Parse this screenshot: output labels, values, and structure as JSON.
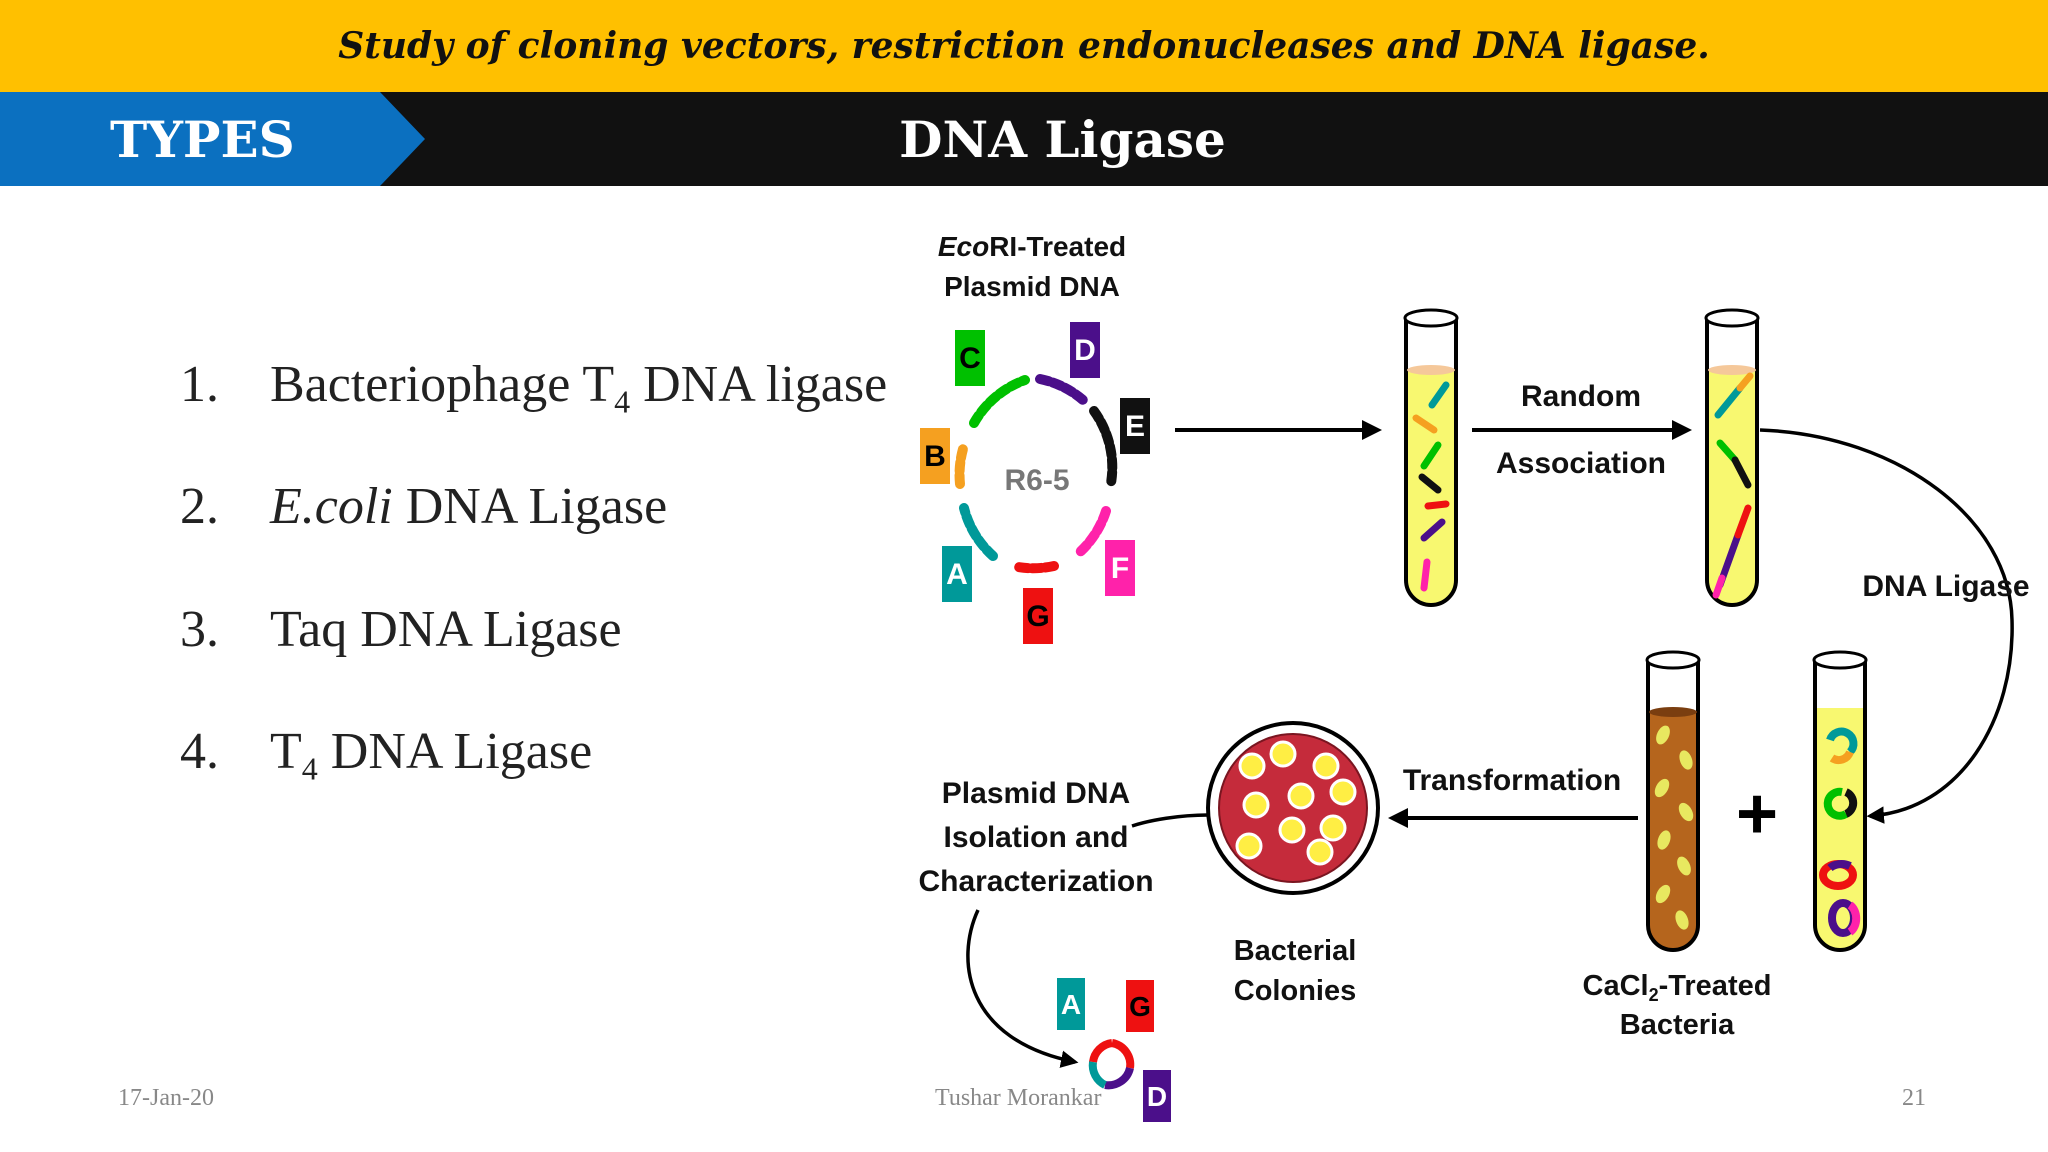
{
  "header": {
    "course_title": "Study of cloning vectors, restriction endonucleases and DNA ligase."
  },
  "title_bar": {
    "section_tab": "TYPES",
    "slide_title": "DNA Ligase"
  },
  "list": {
    "items": [
      {
        "number": "1.",
        "text_a": "Bacteriophage T",
        "sub": "4",
        "text_b": " DNA ligase"
      },
      {
        "number": "2.",
        "italic": "E.coli",
        "text_b": " DNA Ligase"
      },
      {
        "number": "3.",
        "text_b": "Taq DNA Ligase"
      },
      {
        "number": "4.",
        "text_a": "T",
        "sub": "4",
        "text_b": " DNA Ligase"
      }
    ]
  },
  "diagram": {
    "plasmid_label_italic": "Eco",
    "plasmid_label_rest": "RI-Treated",
    "plasmid_label_line2": "Plasmid DNA",
    "plasmid_name": "R6-5",
    "fragments": [
      "A",
      "B",
      "C",
      "D",
      "E",
      "F",
      "G"
    ],
    "random_line1": "Random",
    "random_line2": "Association",
    "ligase_label": "DNA Ligase",
    "transformation_label": "Transformation",
    "plus_sign": "+",
    "cacl_prefix": "CaCl",
    "cacl_sub": "2",
    "cacl_suffix": "-Treated",
    "bacteria_label": "Bacteria",
    "colonies_line1": "Bacterial",
    "colonies_line2": "Colonies",
    "isolation_line1": "Plasmid DNA",
    "isolation_line2": "Isolation and",
    "isolation_line3": "Characterization",
    "result_fragments": [
      "A",
      "G",
      "D"
    ],
    "colors": {
      "A": "#009999",
      "B": "#f5a020",
      "C": "#00c000",
      "D": "#4b0f8a",
      "E": "#111111",
      "F": "#ff22aa",
      "G": "#ee1111"
    }
  },
  "footer": {
    "date": "17-Jan-20",
    "author": "Tushar Morankar",
    "page": "21"
  }
}
